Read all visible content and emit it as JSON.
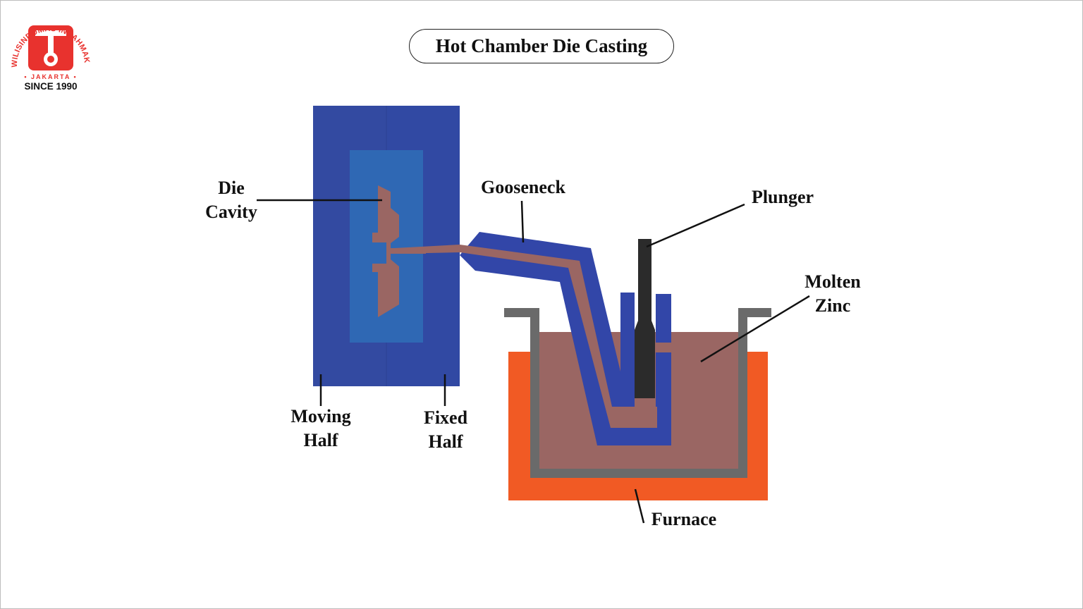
{
  "title": "Hot Chamber Die Casting",
  "logo": {
    "company_text": "PT. WILISINDOMAS INDAHMAKMUR",
    "city_text": "• JAKARTA •",
    "since_text": "SINCE 1990",
    "brand_color": "#e8322e"
  },
  "labels": {
    "die_cavity_line1": "Die",
    "die_cavity_line2": "Cavity",
    "gooseneck": "Gooseneck",
    "plunger": "Plunger",
    "molten_zinc_line1": "Molten",
    "molten_zinc_line2": "Zinc",
    "moving_half_line1": "Moving",
    "moving_half_line2": "Half",
    "fixed_half_line1": "Fixed",
    "fixed_half_line2": "Half",
    "furnace": "Furnace"
  },
  "colors": {
    "die_blue": "#334aa1",
    "die_inner_blue": "#2f68b4",
    "gooseneck_blue": "#3246a8",
    "molten_zinc": "#9a6663",
    "furnace_orange": "#f15a24",
    "pot_gray": "#6a6a6a",
    "plunger_dark": "#2b2b2b"
  }
}
